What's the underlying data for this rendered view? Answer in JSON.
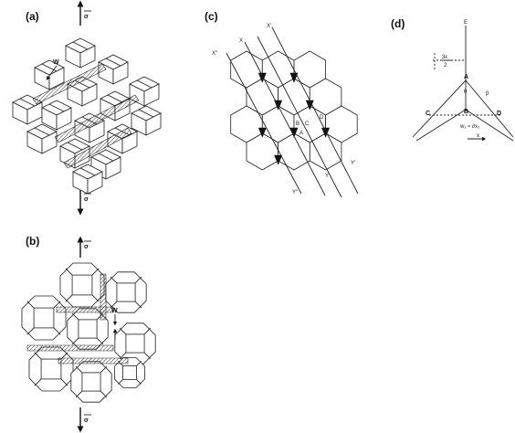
{
  "panels": {
    "a": {
      "label": "(a)",
      "sigma": "σ",
      "w": "W"
    },
    "b": {
      "label": "(b)",
      "sigma": "σ",
      "w": "W"
    },
    "c": {
      "label": "(c)",
      "x2": "X''",
      "x": "X",
      "x1": "X'",
      "y": "Y",
      "y1": "Y'",
      "y2": "Y''",
      "pts": [
        "B",
        "C",
        "D",
        "A"
      ]
    },
    "d": {
      "label": "(d)",
      "pts": {
        "E": "E",
        "A": "A",
        "B": "B",
        "C": "C",
        "D": "D"
      },
      "frac_num": "3ε",
      "frac_den": "2",
      "theta": "θ",
      "beta": "β",
      "w": "w₁ ≈ ∂x₂",
      "x": "x"
    }
  },
  "colors": {
    "line": "#222222",
    "background": "#ffffff",
    "fill": "#111111"
  }
}
